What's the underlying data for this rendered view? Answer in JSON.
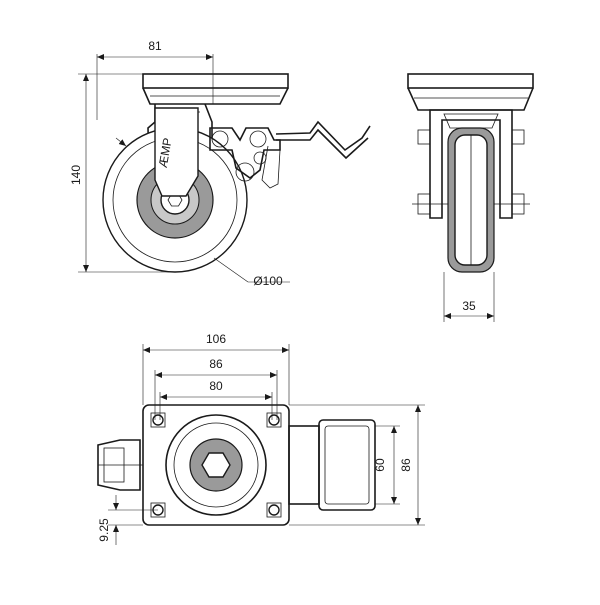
{
  "drawing": {
    "brand_mark": "ÆMP",
    "dimensions": {
      "top_width": "81",
      "height": "140",
      "wheel_diameter": "Ø100",
      "wheel_width": "35",
      "plate_width": "106",
      "hole_spacing_outer": "86",
      "hole_spacing_inner": "80",
      "plate_height_outer": "86",
      "plate_height_inner": "60",
      "hole_offset": "9.25"
    }
  }
}
